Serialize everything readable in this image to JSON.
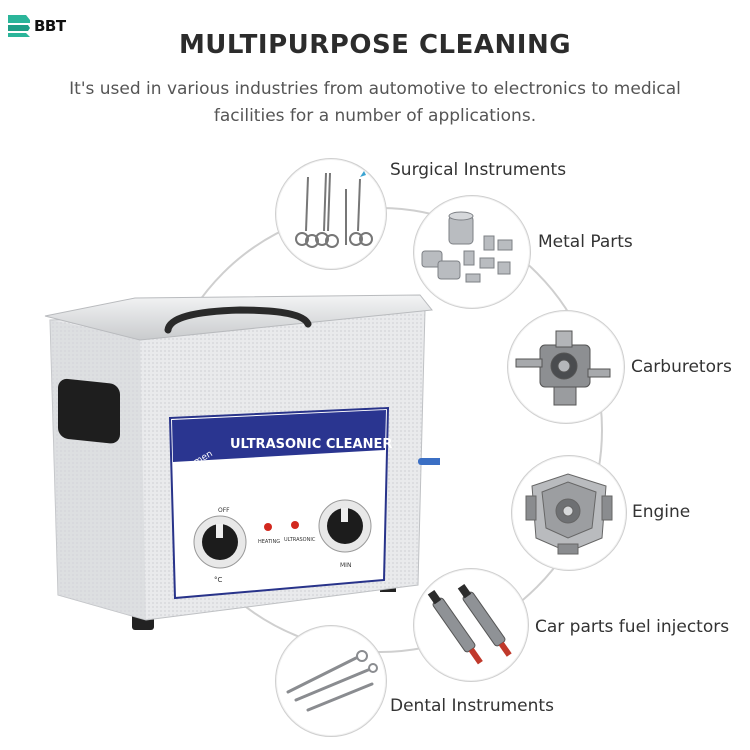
{
  "brand": {
    "logo_text": "BBT"
  },
  "heading": {
    "title": "MULTIPURPOSE CLEANING",
    "subtitle": "It's used in various industries from automotive to electronics to medical facilities for a number of applications."
  },
  "product": {
    "panel_title": "ULTRASONIC CLEANER",
    "brand_mark": "skymen",
    "indicator_heating": "HEATING",
    "indicator_ultrasonic": "ULTRASONIC",
    "temp_knob_label": "OFF",
    "temp_unit": "°C",
    "timer_unit": "MIN"
  },
  "applications": [
    {
      "label": "Surgical Instruments",
      "icon": "surgical-instruments-icon"
    },
    {
      "label": "Metal Parts",
      "icon": "metal-parts-icon"
    },
    {
      "label": "Carburetors",
      "icon": "carburetor-icon"
    },
    {
      "label": "Engine",
      "icon": "engine-icon"
    },
    {
      "label": "Car parts fuel injectors",
      "icon": "fuel-injector-icon"
    },
    {
      "label": "Dental Instruments",
      "icon": "dental-instruments-icon"
    }
  ]
}
